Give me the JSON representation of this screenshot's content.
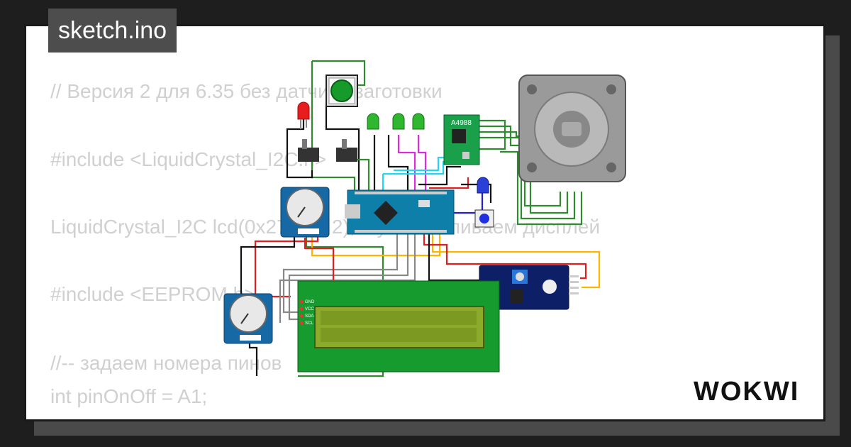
{
  "title": "sketch.ino",
  "code_lines": [
    "// Версия 2 для 6.35 без датчика заготовки",
    "#include <LiquidCrystal_I2C.h>",
    "LiquidCrystal_I2C lcd(0x27, 16, 2); // устанавливаем дисплей",
    "#include <EEPROM.h>",
    "//-- задаем номера пинов",
    "int pinOnOff = A1;"
  ],
  "driver_label": "A4988",
  "lcd_pins": [
    "GND",
    "VCC",
    "SDA",
    "SCL"
  ],
  "logo_text": "WOKWI",
  "icons": [
    "wokwi-logo"
  ]
}
